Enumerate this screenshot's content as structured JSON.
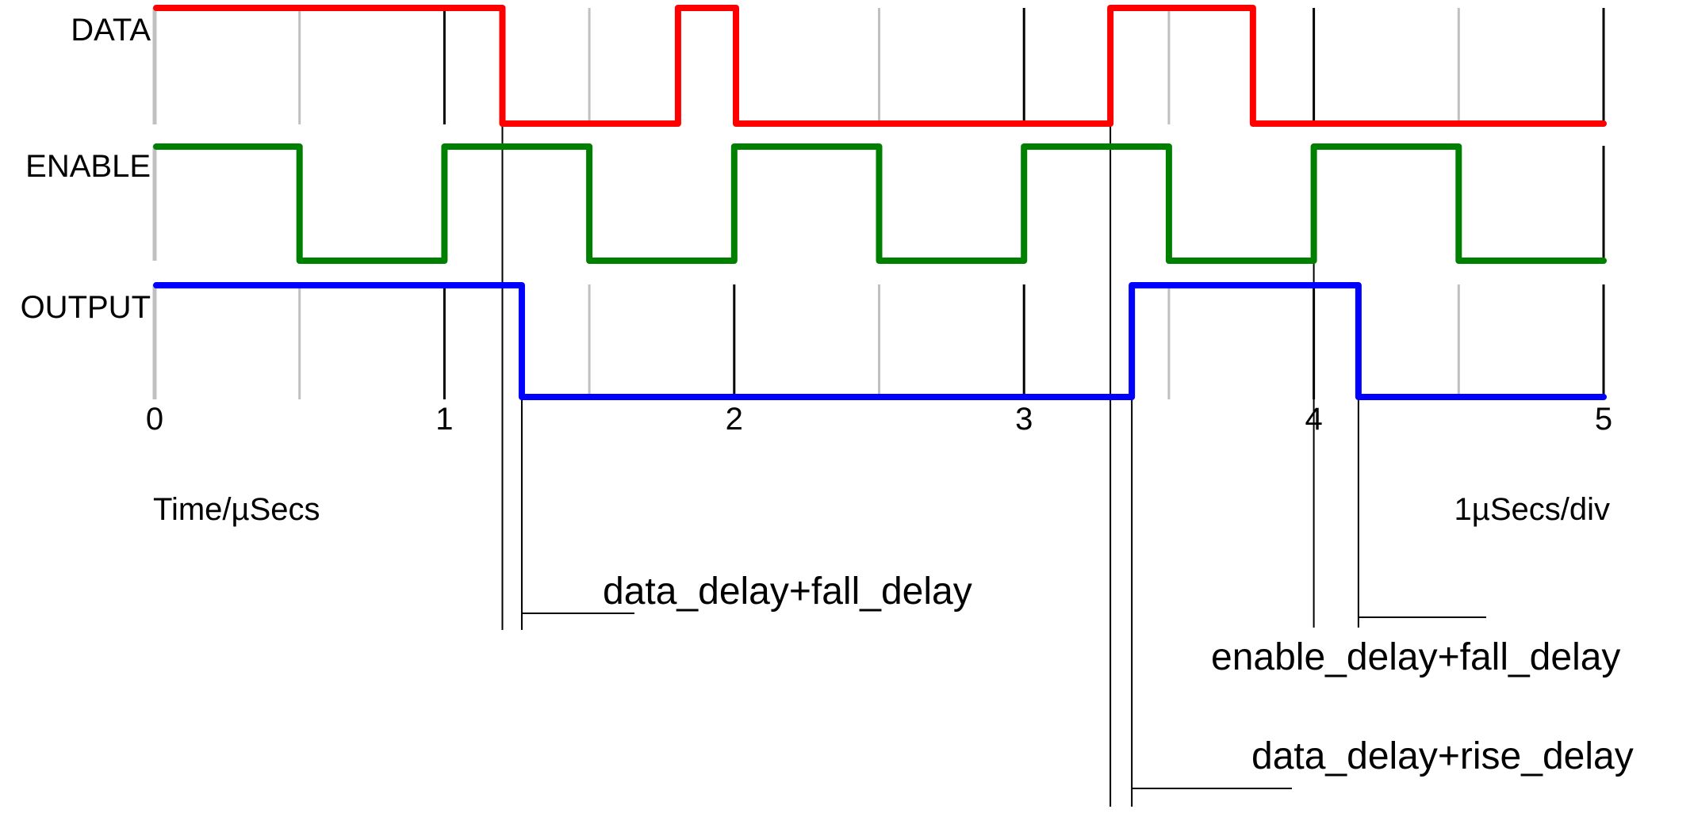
{
  "chart_data": {
    "type": "line",
    "subtype": "digital-timing-diagram",
    "title": "",
    "x_axis": {
      "label_left": "Time/µSecs",
      "label_right": "1µSecs/div",
      "ticks": [
        "0",
        "1",
        "2",
        "3",
        "4",
        "5"
      ],
      "range": [
        0,
        5
      ],
      "minor_step": 0.5,
      "grid": true
    },
    "signals": [
      {
        "name": "DATA",
        "color": "#ff0000",
        "initial_level": 1,
        "transition_times_us": [
          1.2,
          1.806,
          2.006,
          3.298,
          3.79
        ]
      },
      {
        "name": "ENABLE",
        "color": "#008000",
        "initial_level": 1,
        "transition_times_us": [
          0.5,
          1.0,
          1.5,
          2.0,
          2.5,
          3.0,
          3.5,
          4.0,
          4.5
        ]
      },
      {
        "name": "OUTPUT",
        "color": "#0000ff",
        "initial_level": 1,
        "transition_times_us": [
          1.267,
          3.372,
          4.154
        ]
      }
    ],
    "annotations": [
      {
        "label": "data_delay+fall_delay",
        "cursor_times_us": [
          1.2,
          1.267
        ]
      },
      {
        "label": "enable_delay+fall_delay",
        "cursor_times_us": [
          4.0,
          4.154
        ]
      },
      {
        "label": "data_delay+rise_delay",
        "cursor_times_us": [
          3.298,
          3.372
        ]
      }
    ],
    "colors": {
      "major_grid": "#000000",
      "minor_grid": "#c0c0c0",
      "origin_line": "#c0c0c0",
      "cursor": "#000000",
      "text": "#000000",
      "background": "#ffffff"
    },
    "legend_position": "left-of-traces"
  }
}
